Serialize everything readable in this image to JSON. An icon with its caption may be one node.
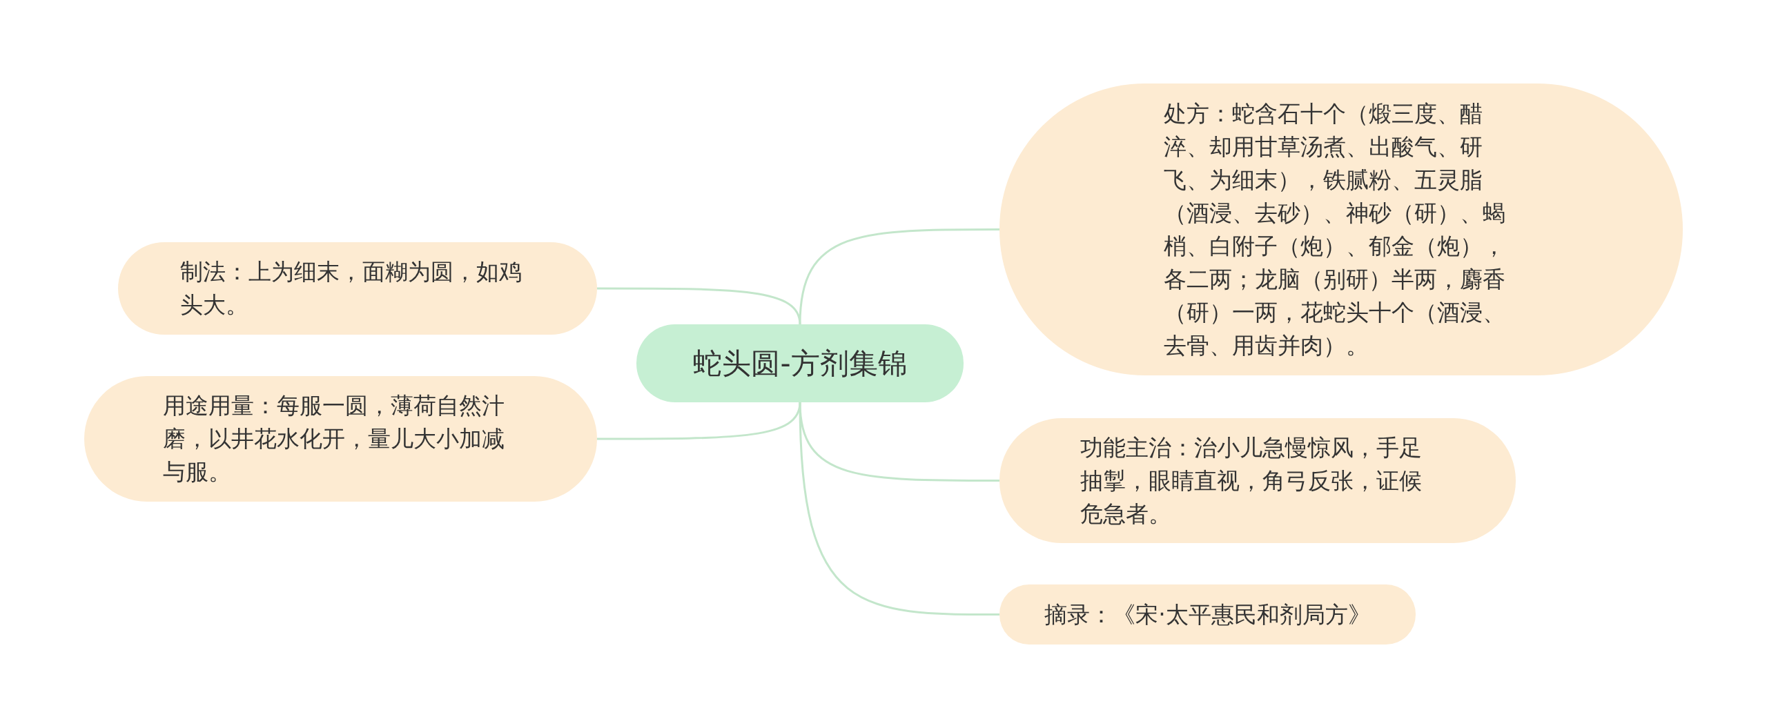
{
  "diagram": {
    "nodes": [
      {
        "text": [
          "蛇头圆-方剂集锦"
        ]
      },
      {
        "text": [
          "制法：上为细末，面糊为圆，如鸡头大。"
        ]
      },
      {
        "text": [
          "用途用量：每服一圆，薄荷自然汁磨，以井花水化开，量儿大小加减与服。"
        ]
      },
      {
        "text": [
          "处方：蛇含石十个（煅三度、醋淬、却用甘草汤煮、出酸气、研飞、为细末），铁腻粉、五灵脂（酒浸、去砂）、神砂（研）、蝎梢、白附子（炮）、郁金（炮），各二两；龙脑（别研）半两，麝香（研）一两，花蛇头十个（酒浸、去骨、用齿并肉）。"
        ]
      },
      {
        "text": [
          "功能主治：治小儿急慢惊风，手足抽掣，眼睛直视，角弓反张，证候危急者。"
        ]
      },
      {
        "text": [
          "摘录：《宋·太平惠民和剂局方》"
        ]
      }
    ],
    "edges": [
      {
        "from": 0,
        "to": 1,
        "arrow": "none"
      },
      {
        "from": 0,
        "to": 2,
        "arrow": "none"
      },
      {
        "from": 0,
        "to": 3,
        "arrow": "none"
      },
      {
        "from": 0,
        "to": 4,
        "arrow": "none"
      },
      {
        "from": 0,
        "to": 5,
        "arrow": "none"
      }
    ]
  }
}
